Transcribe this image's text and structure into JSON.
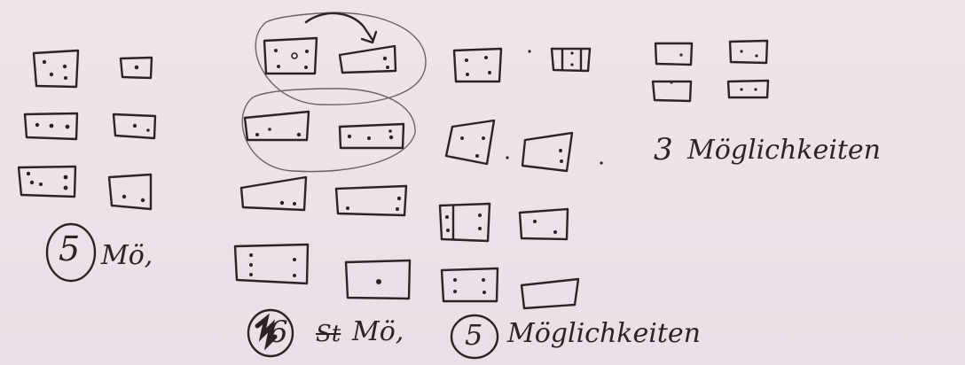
{
  "groups": [
    {
      "id": "group-1",
      "count": "5",
      "label": "Mö,"
    },
    {
      "id": "group-2",
      "count_struck": "4",
      "count": "6",
      "label_struck": "St",
      "label": "Mö,"
    },
    {
      "id": "group-3",
      "count": "5",
      "label": "Möglichkeiten"
    },
    {
      "id": "group-4",
      "count": "3",
      "label": "Möglichkeiten"
    }
  ],
  "colors": {
    "paper": "#ece2e8",
    "ink": "#2b2424",
    "pencil": "#6f6168"
  },
  "subject": "Handskizzen von Steinen / Quadern mit Punkten (Würfelaugen), gruppiert nach Anzahl der Möglichkeiten"
}
